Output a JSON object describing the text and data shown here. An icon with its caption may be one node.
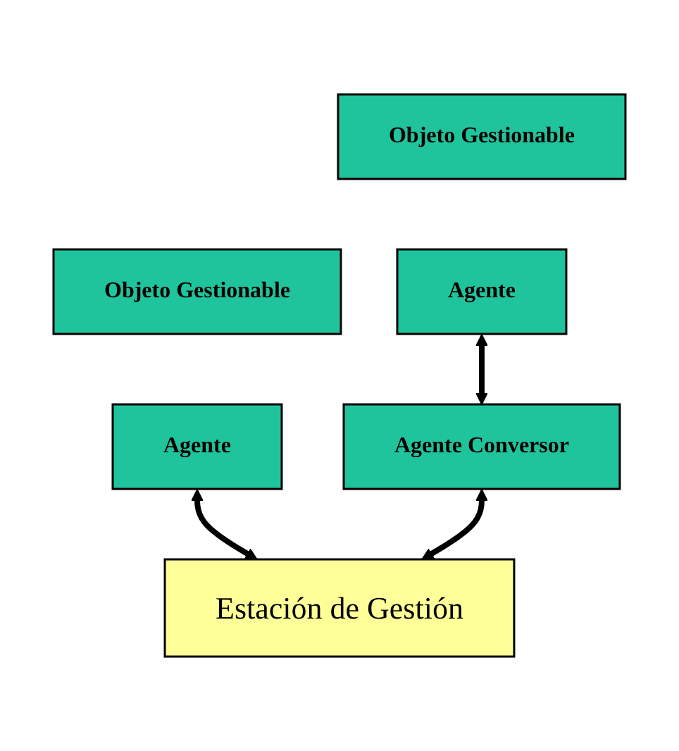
{
  "diagram": {
    "nodes": [
      {
        "text": [
          "Objeto Gestionable"
        ]
      },
      {
        "text": [
          "Agente"
        ]
      },
      {
        "text": [
          "Objeto Gestionable"
        ]
      },
      {
        "text": [
          "Agente"
        ]
      },
      {
        "text": [
          "Agente Conversor"
        ]
      },
      {
        "text": [
          "Estación de Gestión"
        ]
      }
    ],
    "edges": [
      {
        "from": 1,
        "to": 5,
        "arrow": "both"
      },
      {
        "from": 3,
        "to": 4,
        "arrow": "both"
      },
      {
        "from": 4,
        "to": 5,
        "arrow": "both"
      }
    ]
  }
}
